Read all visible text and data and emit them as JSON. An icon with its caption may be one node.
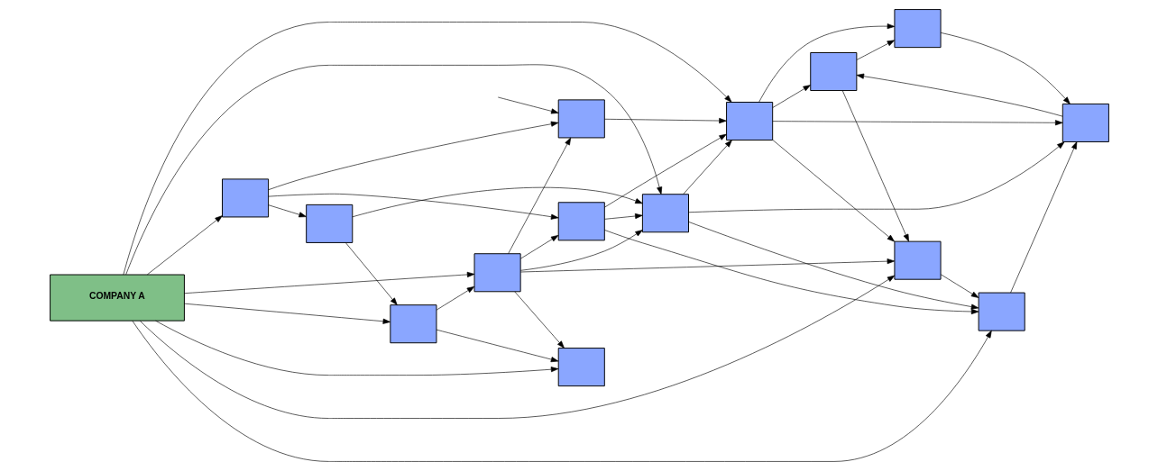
{
  "diagram": {
    "nodes": [
      {
        "text": [
          "COMPANY A"
        ]
      },
      {
        "text": [],
        "shape": "box"
      },
      {
        "text": [],
        "shape": "box"
      },
      {
        "text": [],
        "shape": "box"
      },
      {
        "text": [],
        "shape": "box"
      },
      {
        "text": [],
        "shape": "box"
      },
      {
        "text": [],
        "shape": "box"
      },
      {
        "text": [],
        "shape": "box"
      },
      {
        "text": [],
        "shape": "box"
      },
      {
        "text": [],
        "shape": "box"
      },
      {
        "text": [],
        "shape": "box"
      },
      {
        "text": [],
        "shape": "box"
      },
      {
        "text": [],
        "shape": "box"
      },
      {
        "text": [],
        "shape": "box"
      },
      {
        "text": [],
        "shape": "box"
      }
    ],
    "edges": [
      {
        "from": 0,
        "to": 1,
        "arrow": "to"
      },
      {
        "from": 0,
        "to": 2,
        "arrow": "to"
      },
      {
        "from": 0,
        "to": 3,
        "arrow": "to"
      },
      {
        "from": 0,
        "to": 8,
        "arrow": "to"
      },
      {
        "from": 0,
        "to": 11,
        "arrow": "to"
      },
      {
        "from": 0,
        "to": 12,
        "arrow": "to"
      },
      {
        "from": 0,
        "to": 13,
        "arrow": "to"
      },
      {
        "from": 0,
        "to": 14,
        "arrow": "to"
      },
      {
        "from": 1,
        "to": 6,
        "arrow": "to"
      },
      {
        "from": 1,
        "to": 10,
        "arrow": "to"
      },
      {
        "from": 1,
        "to": 7,
        "arrow": "to"
      },
      {
        "from": null,
        "to": 6,
        "arrow": "to"
      },
      {
        "from": 6,
        "to": 3,
        "arrow": "to"
      },
      {
        "from": 12,
        "to": 6,
        "arrow": "to"
      },
      {
        "from": 10,
        "to": 11,
        "arrow": "to"
      },
      {
        "from": 10,
        "to": 13,
        "arrow": "to"
      },
      {
        "from": 11,
        "to": 12,
        "arrow": "to"
      },
      {
        "from": 11,
        "to": 2,
        "arrow": "to"
      },
      {
        "from": 12,
        "to": 2,
        "arrow": "to"
      },
      {
        "from": 12,
        "to": 7,
        "arrow": "to"
      },
      {
        "from": 12,
        "to": 8,
        "arrow": "to"
      },
      {
        "from": 12,
        "to": 13,
        "arrow": "to"
      },
      {
        "from": 7,
        "to": 3,
        "arrow": "to"
      },
      {
        "from": 7,
        "to": 13,
        "arrow": "to"
      },
      {
        "from": 7,
        "to": 14,
        "arrow": "to"
      },
      {
        "from": 13,
        "to": 3,
        "arrow": "to"
      },
      {
        "from": 13,
        "to": 9,
        "arrow": "to"
      },
      {
        "from": 13,
        "to": 14,
        "arrow": "to"
      },
      {
        "from": 3,
        "to": 4,
        "arrow": "to"
      },
      {
        "from": 3,
        "to": 5,
        "arrow": "to"
      },
      {
        "from": 3,
        "to": 8,
        "arrow": "to"
      },
      {
        "from": 3,
        "to": 9,
        "arrow": "to"
      },
      {
        "from": 4,
        "to": 5,
        "arrow": "to"
      },
      {
        "from": 4,
        "to": 8,
        "arrow": "to"
      },
      {
        "from": 9,
        "to": 4,
        "arrow": "to"
      },
      {
        "from": 5,
        "to": 9,
        "arrow": "to"
      },
      {
        "from": 8,
        "to": 14,
        "arrow": "to"
      },
      {
        "from": 14,
        "to": 9,
        "arrow": "to"
      }
    ]
  }
}
